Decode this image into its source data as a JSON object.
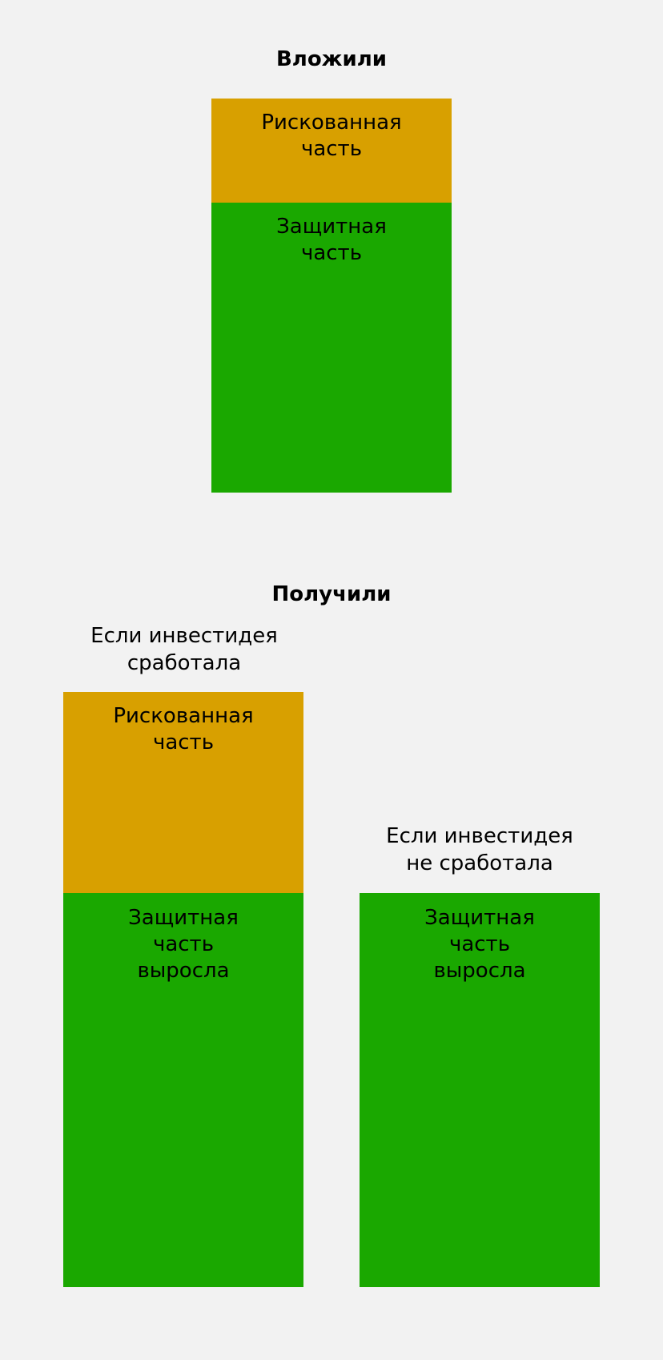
{
  "colors": {
    "background": "#f2f2f2",
    "risky": "#d8a000",
    "safe": "#1aa800",
    "text": "#000000"
  },
  "invested": {
    "title": "Вложили",
    "risky_label": [
      "Рискованная",
      "часть"
    ],
    "safe_label": [
      "Защитная",
      "часть"
    ]
  },
  "received": {
    "title": "Получили",
    "success": {
      "caption": [
        "Если инвестидея",
        "сработала"
      ],
      "risky_label": [
        "Рискованная",
        "часть"
      ],
      "safe_label": [
        "Защитная",
        "часть",
        "выросла"
      ]
    },
    "fail": {
      "caption": [
        "Если инвестидея",
        "не сработала"
      ],
      "safe_label": [
        "Защитная",
        "часть",
        "выросла"
      ]
    }
  }
}
